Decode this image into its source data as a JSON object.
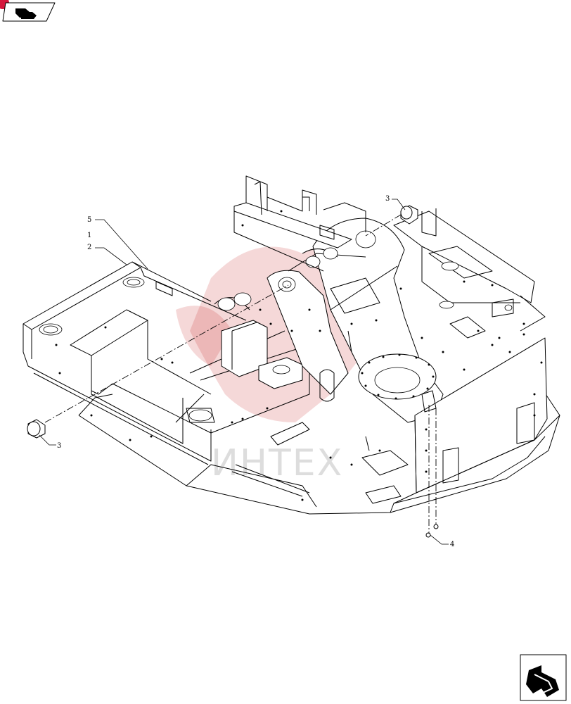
{
  "callouts": {
    "c1": "1",
    "c2": "2",
    "c3_top": "3",
    "c3_left": "3",
    "c4": "4",
    "c5": "5"
  },
  "watermark": {
    "text": "ИНТЕХ",
    "color": "#c41a1a"
  },
  "icons": {
    "top_left": "back-arrow-icon",
    "bottom_right": "next-page-arrow-icon"
  },
  "colors": {
    "badge": "#d4173c",
    "line": "#000000"
  }
}
